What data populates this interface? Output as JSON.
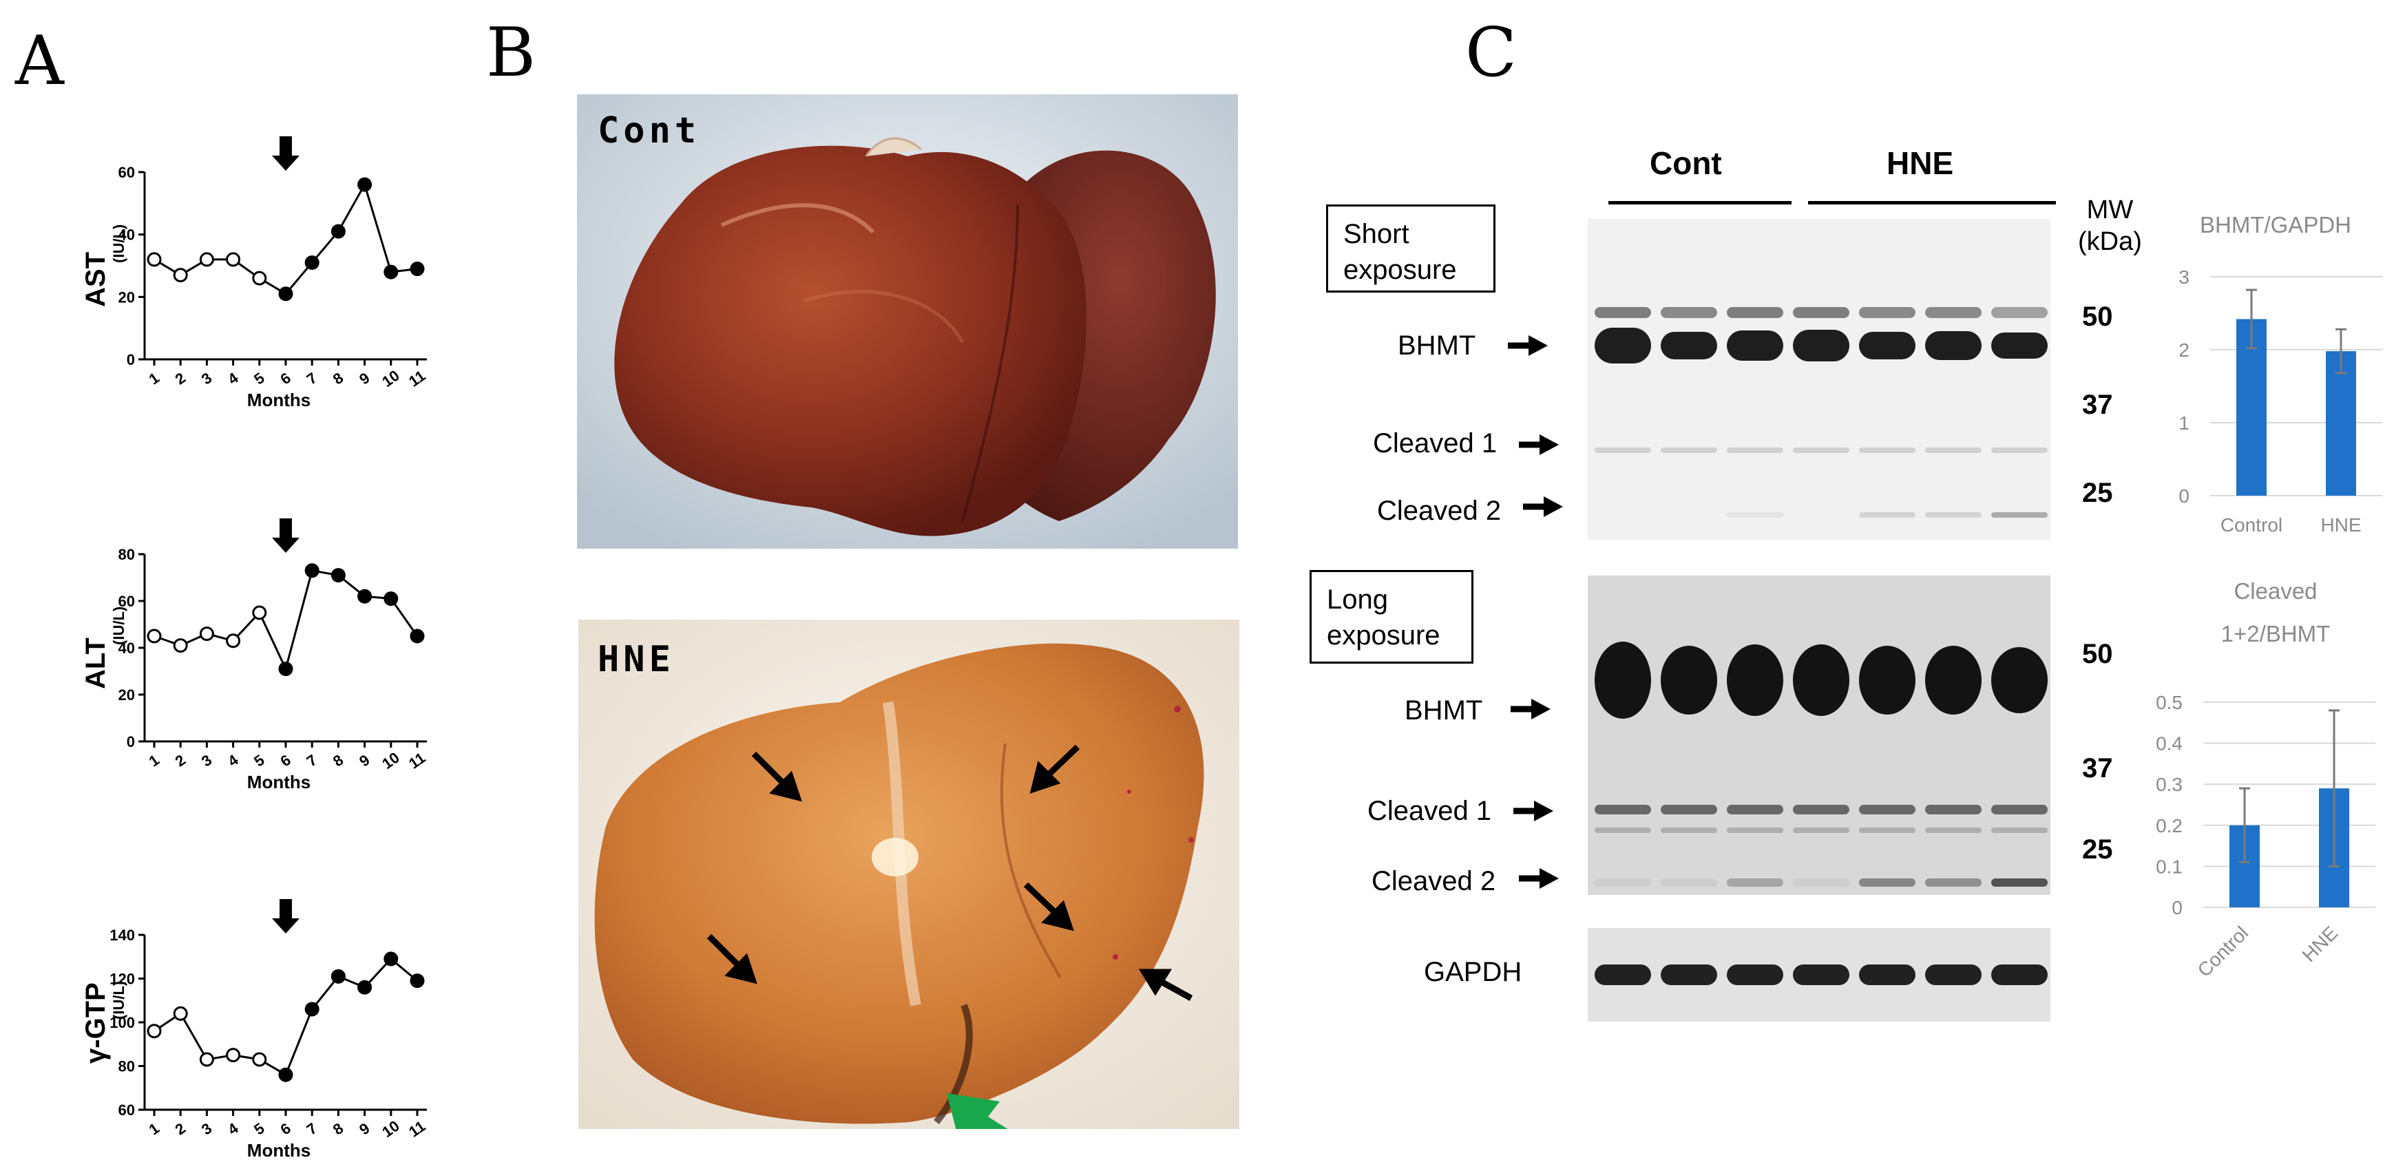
{
  "panels": {
    "a": "A",
    "b": "B",
    "c": "C"
  },
  "panel_a": {
    "arrow_icon": "down-arrow-icon",
    "month_ticks": [
      "1",
      "2",
      "3",
      "4",
      "5",
      "6",
      "7",
      "8",
      "9",
      "10",
      "11"
    ]
  },
  "panel_b": {
    "cont_label": "Cont",
    "hne_label": "HNE",
    "annotation_arrows": "black-arrow-icon",
    "highlight_arrow": "green-arrow-icon",
    "colors": {
      "highlight": "#1aa64b"
    }
  },
  "panel_c": {
    "group_cont": "Cont",
    "group_hne": "HNE",
    "mw_title_1": "MW",
    "mw_title_2": "(kDa)",
    "short_box_1": "Short",
    "short_box_2": "exposure",
    "long_box_1": "Long",
    "long_box_2": "exposure",
    "short": {
      "bhmt": "BHMT",
      "cleaved1": "Cleaved 1",
      "cleaved2": "Cleaved 2"
    },
    "long": {
      "bhmt": "BHMT",
      "cleaved1": "Cleaved 1",
      "cleaved2": "Cleaved 2"
    },
    "gapdh": "GAPDH",
    "mw_short": [
      "50",
      "37",
      "25"
    ],
    "mw_long": [
      "50",
      "37",
      "25"
    ],
    "lanes": 7,
    "colors": {
      "bar": "#1f72c8",
      "axis_text": "#8a8a8a"
    }
  },
  "chart_data": [
    {
      "type": "line",
      "ylabel": "AST",
      "yunit": "(IU/L)",
      "xlabel": "Months",
      "x": [
        1,
        2,
        3,
        4,
        5,
        6,
        7,
        8,
        9,
        10,
        11
      ],
      "values": [
        32,
        27,
        32,
        32,
        26,
        21,
        31,
        41,
        56,
        28,
        29
      ],
      "open_markers_through_month": 5,
      "arrow_at_month": 6,
      "ylim": [
        0,
        60
      ],
      "yticks": [
        "0",
        "20",
        "40",
        "60"
      ]
    },
    {
      "type": "line",
      "ylabel": "ALT",
      "yunit": "(IU/L)",
      "xlabel": "Months",
      "x": [
        1,
        2,
        3,
        4,
        5,
        6,
        7,
        8,
        9,
        10,
        11
      ],
      "values": [
        45,
        41,
        46,
        43,
        55,
        31,
        73,
        71,
        62,
        61,
        45
      ],
      "open_markers_through_month": 5,
      "arrow_at_month": 6,
      "ylim": [
        0,
        80
      ],
      "yticks": [
        "0",
        "20",
        "40",
        "60",
        "80"
      ]
    },
    {
      "type": "line",
      "ylabel": "γ-GTP",
      "yunit": "(IU/L)",
      "xlabel": "Months",
      "x": [
        1,
        2,
        3,
        4,
        5,
        6,
        7,
        8,
        9,
        10,
        11
      ],
      "values": [
        96,
        104,
        83,
        85,
        83,
        76,
        106,
        121,
        116,
        129,
        119
      ],
      "open_markers_through_month": 5,
      "arrow_at_month": 6,
      "ylim": [
        60,
        140
      ],
      "yticks": [
        "60",
        "80",
        "100",
        "120",
        "140"
      ]
    },
    {
      "type": "bar",
      "title": "BHMT/GAPDH",
      "categories": [
        "Control",
        "HNE"
      ],
      "values": [
        2.42,
        1.98
      ],
      "errors": [
        0.4,
        0.3
      ],
      "ylim": [
        0,
        3
      ],
      "yticks": [
        "0",
        "1",
        "2",
        "3"
      ]
    },
    {
      "type": "bar",
      "title": "Cleaved 1+2/BHMT",
      "title_lines": [
        "Cleaved",
        "1+2/BHMT"
      ],
      "categories": [
        "Control",
        "HNE"
      ],
      "values": [
        0.2,
        0.29
      ],
      "errors": [
        0.09,
        0.19
      ],
      "ylim": [
        0,
        0.5
      ],
      "yticks": [
        "0",
        "0.1",
        "0.2",
        "0.3",
        "0.4",
        "0.5"
      ]
    }
  ]
}
